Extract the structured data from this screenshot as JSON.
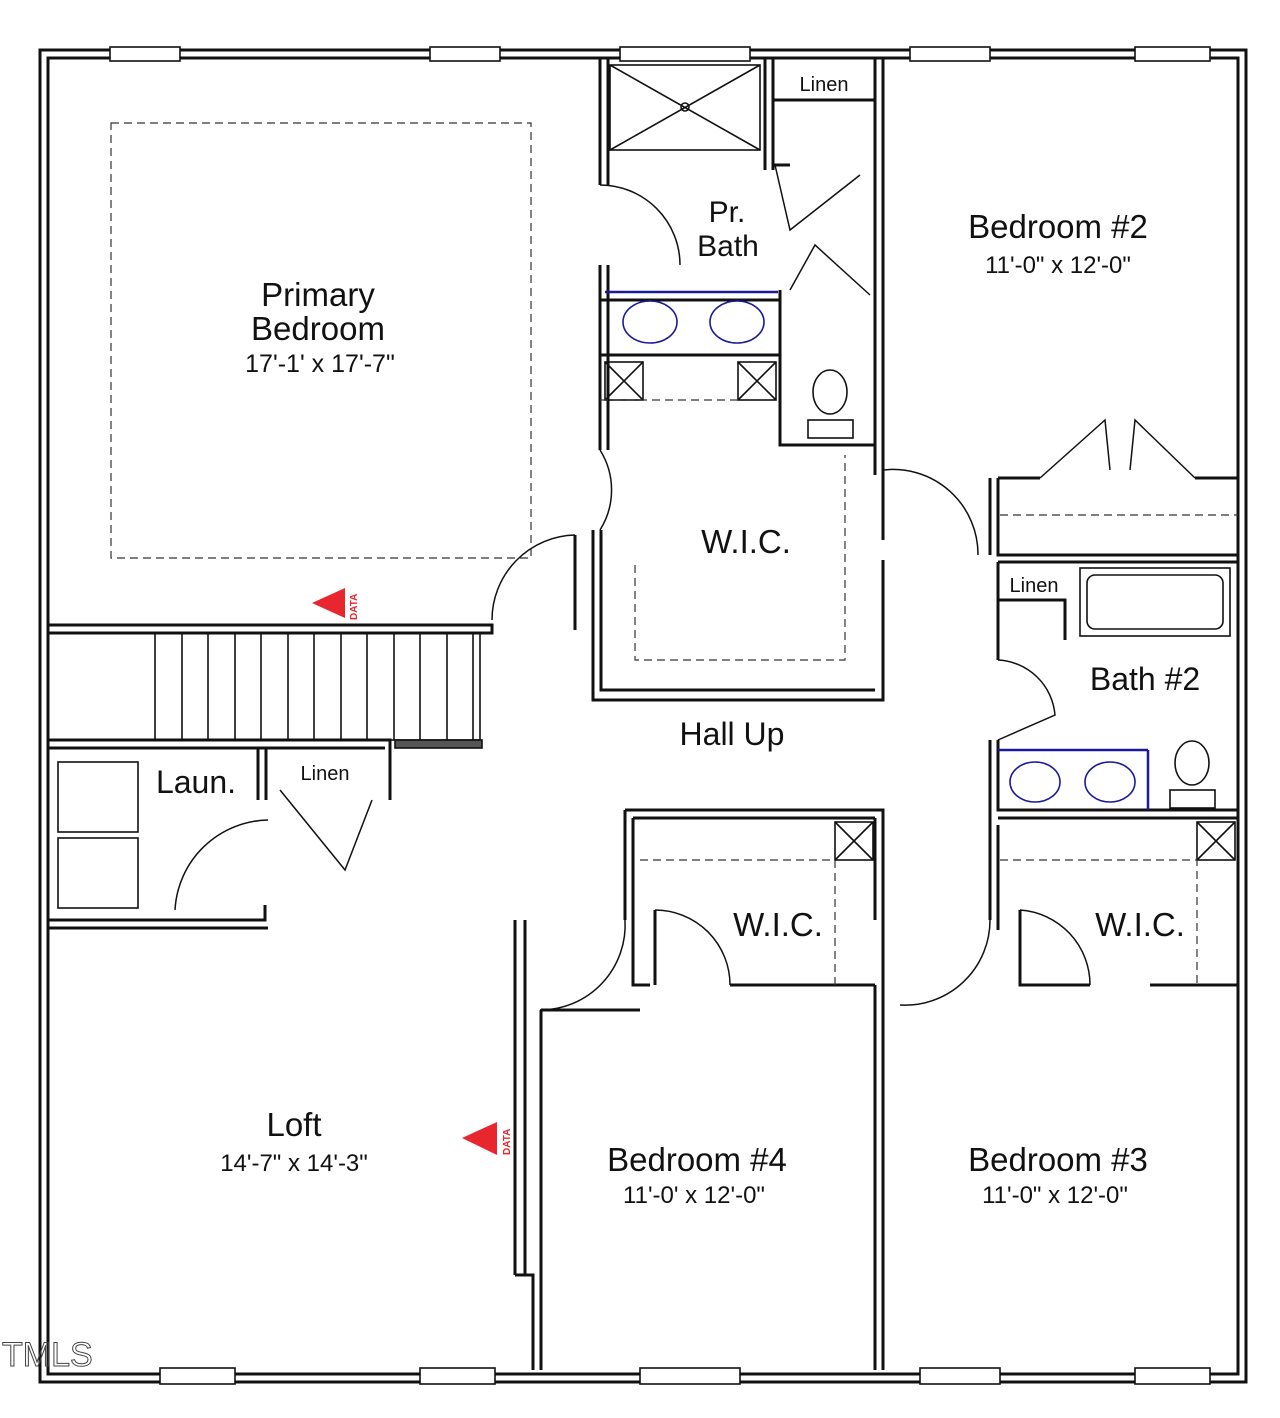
{
  "rooms": {
    "primary_bedroom": {
      "name_line1": "Primary",
      "name_line2": "Bedroom",
      "dims": "17'-1' x 17'-7\""
    },
    "pr_bath": {
      "name_line1": "Pr.",
      "name_line2": "Bath"
    },
    "linen_top": {
      "name": "Linen"
    },
    "bedroom2": {
      "name": "Bedroom #2",
      "dims": "11'-0\" x 12'-0\""
    },
    "wic_primary": {
      "name": "W.I.C."
    },
    "linen_bath2": {
      "name": "Linen"
    },
    "bath2": {
      "name": "Bath #2"
    },
    "hall": {
      "name": "Hall Up"
    },
    "laundry": {
      "name": "Laun."
    },
    "linen_laundry": {
      "name": "Linen"
    },
    "wic_bed4": {
      "name": "W.I.C."
    },
    "wic_bed3": {
      "name": "W.I.C."
    },
    "loft": {
      "name": "Loft",
      "dims": "14'-7\" x 14'-3\""
    },
    "bedroom4": {
      "name": "Bedroom #4",
      "dims": "11'-0' x 12'-0\""
    },
    "bedroom3": {
      "name": "Bedroom #3",
      "dims": "11'-0\" x 12'-0\""
    }
  },
  "markers": {
    "data_label": "DATA",
    "color": "#e8262e"
  },
  "watermark": "TMLS",
  "colors": {
    "wall": "#111111",
    "fixture_blue": "#1a1a9c"
  }
}
